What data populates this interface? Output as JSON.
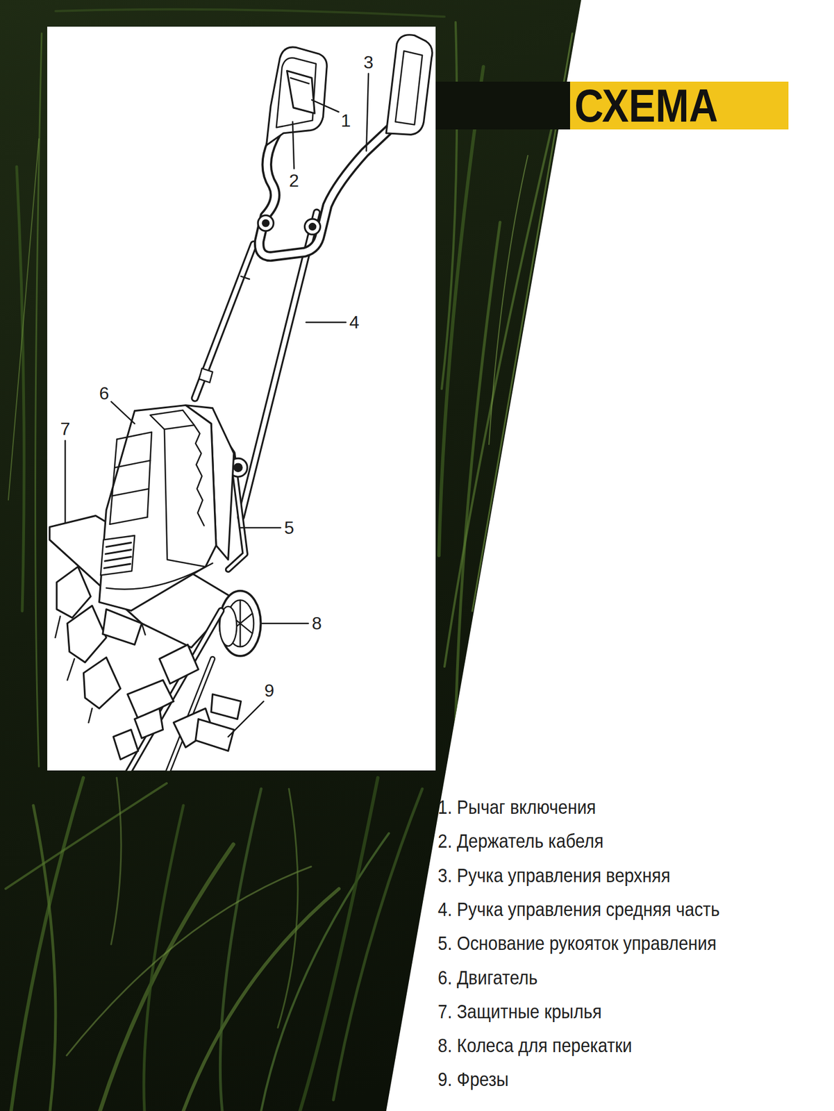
{
  "diagram": {
    "title": "СХЕМА",
    "labels": [
      "1",
      "2",
      "3",
      "4",
      "5",
      "6",
      "7",
      "8",
      "9",
      "1. Рычаг включения",
      "2. Держатель кабеля",
      "3. Ручка управления верхняя",
      "4. Ручка управления средняя часть",
      "5. Основание рукояток управления",
      "6. Двигатель",
      "7. Защитные крылья",
      "8. Колеса для перекатки",
      "9. Фрезы"
    ]
  }
}
